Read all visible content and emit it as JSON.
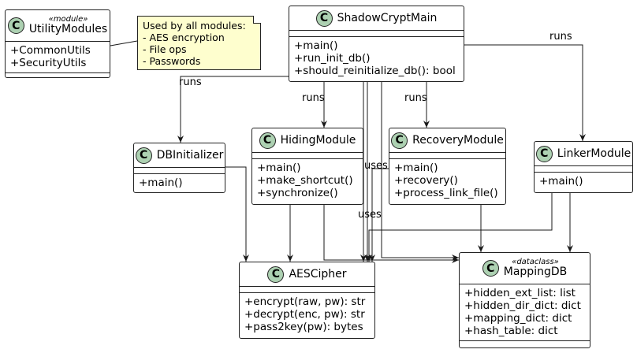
{
  "classes": {
    "utility": {
      "stereotype": "«module»",
      "name": "UtilityModules",
      "members": [
        "+CommonUtils",
        "+SecurityUtils"
      ]
    },
    "main": {
      "name": "ShadowCryptMain",
      "members": [
        "+main()",
        "+run_init_db()",
        "+should_reinitialize_db(): bool"
      ]
    },
    "dbinit": {
      "name": "DBInitializer",
      "members": [
        "+main()"
      ]
    },
    "hiding": {
      "name": "HidingModule",
      "members": [
        "+main()",
        "+make_shortcut()",
        "+synchronize()"
      ]
    },
    "recovery": {
      "name": "RecoveryModule",
      "members": [
        "+main()",
        "+recovery()",
        "+process_link_file()"
      ]
    },
    "linker": {
      "name": "LinkerModule",
      "members": [
        "+main()"
      ]
    },
    "aes": {
      "name": "AESCipher",
      "members": [
        "+encrypt(raw, pw): str",
        "+decrypt(enc, pw): str",
        "+pass2key(pw): bytes"
      ]
    },
    "mapping": {
      "stereotype": "«dataclass»",
      "name": "MappingDB",
      "members": [
        "+hidden_ext_list: list",
        "+hidden_dir_dict: dict",
        "+mapping_dict: dict",
        "+hash_table: dict"
      ]
    }
  },
  "class_badge": "C",
  "note": {
    "lines": [
      "Used by all modules:",
      "- AES encryption",
      "- File ops",
      "- Passwords"
    ]
  },
  "edge_labels": {
    "runs_1": "runs",
    "runs_2": "runs",
    "runs_3": "runs",
    "runs_4": "runs",
    "uses_1": "uses",
    "uses_2": "uses"
  },
  "colors": {
    "class_icon": "#add1b2",
    "note_bg": "#fefece",
    "border": "#222222"
  }
}
